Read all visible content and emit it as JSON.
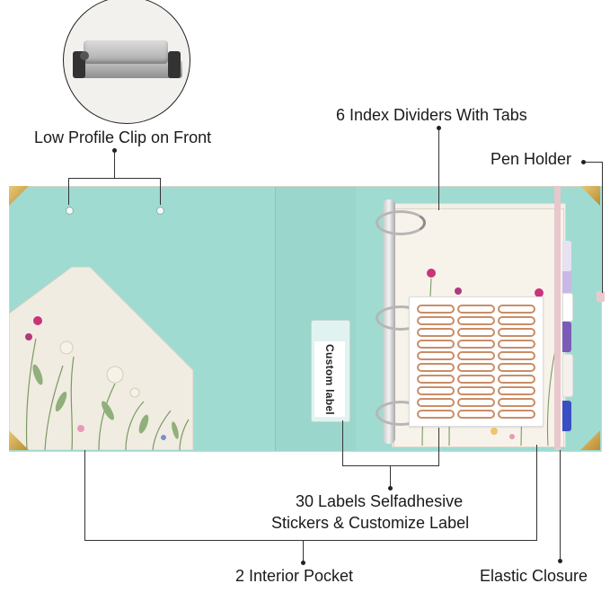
{
  "callouts": {
    "clip": "Low Profile Clip on Front",
    "dividers": "6 Index Dividers With Tabs",
    "pen_holder": "Pen Holder",
    "labels_line1": "30 Labels Selfadhesive",
    "labels_line2": "Stickers & Customize Label",
    "pocket": "2 Interior Pocket",
    "elastic": "Elastic Closure"
  },
  "spine_label": "Custom label",
  "colors": {
    "interior": "#9fdbd1",
    "corners": "#c9a24a",
    "stickers": "#c98d68",
    "elastic": "#e8c8cc"
  },
  "tabs": [
    "#e7e2f2",
    "#c9b8e6",
    "#ffffff",
    "#7a5cb8",
    "#f4f1ec",
    "#3a4fc4"
  ],
  "sticker_count": 30
}
